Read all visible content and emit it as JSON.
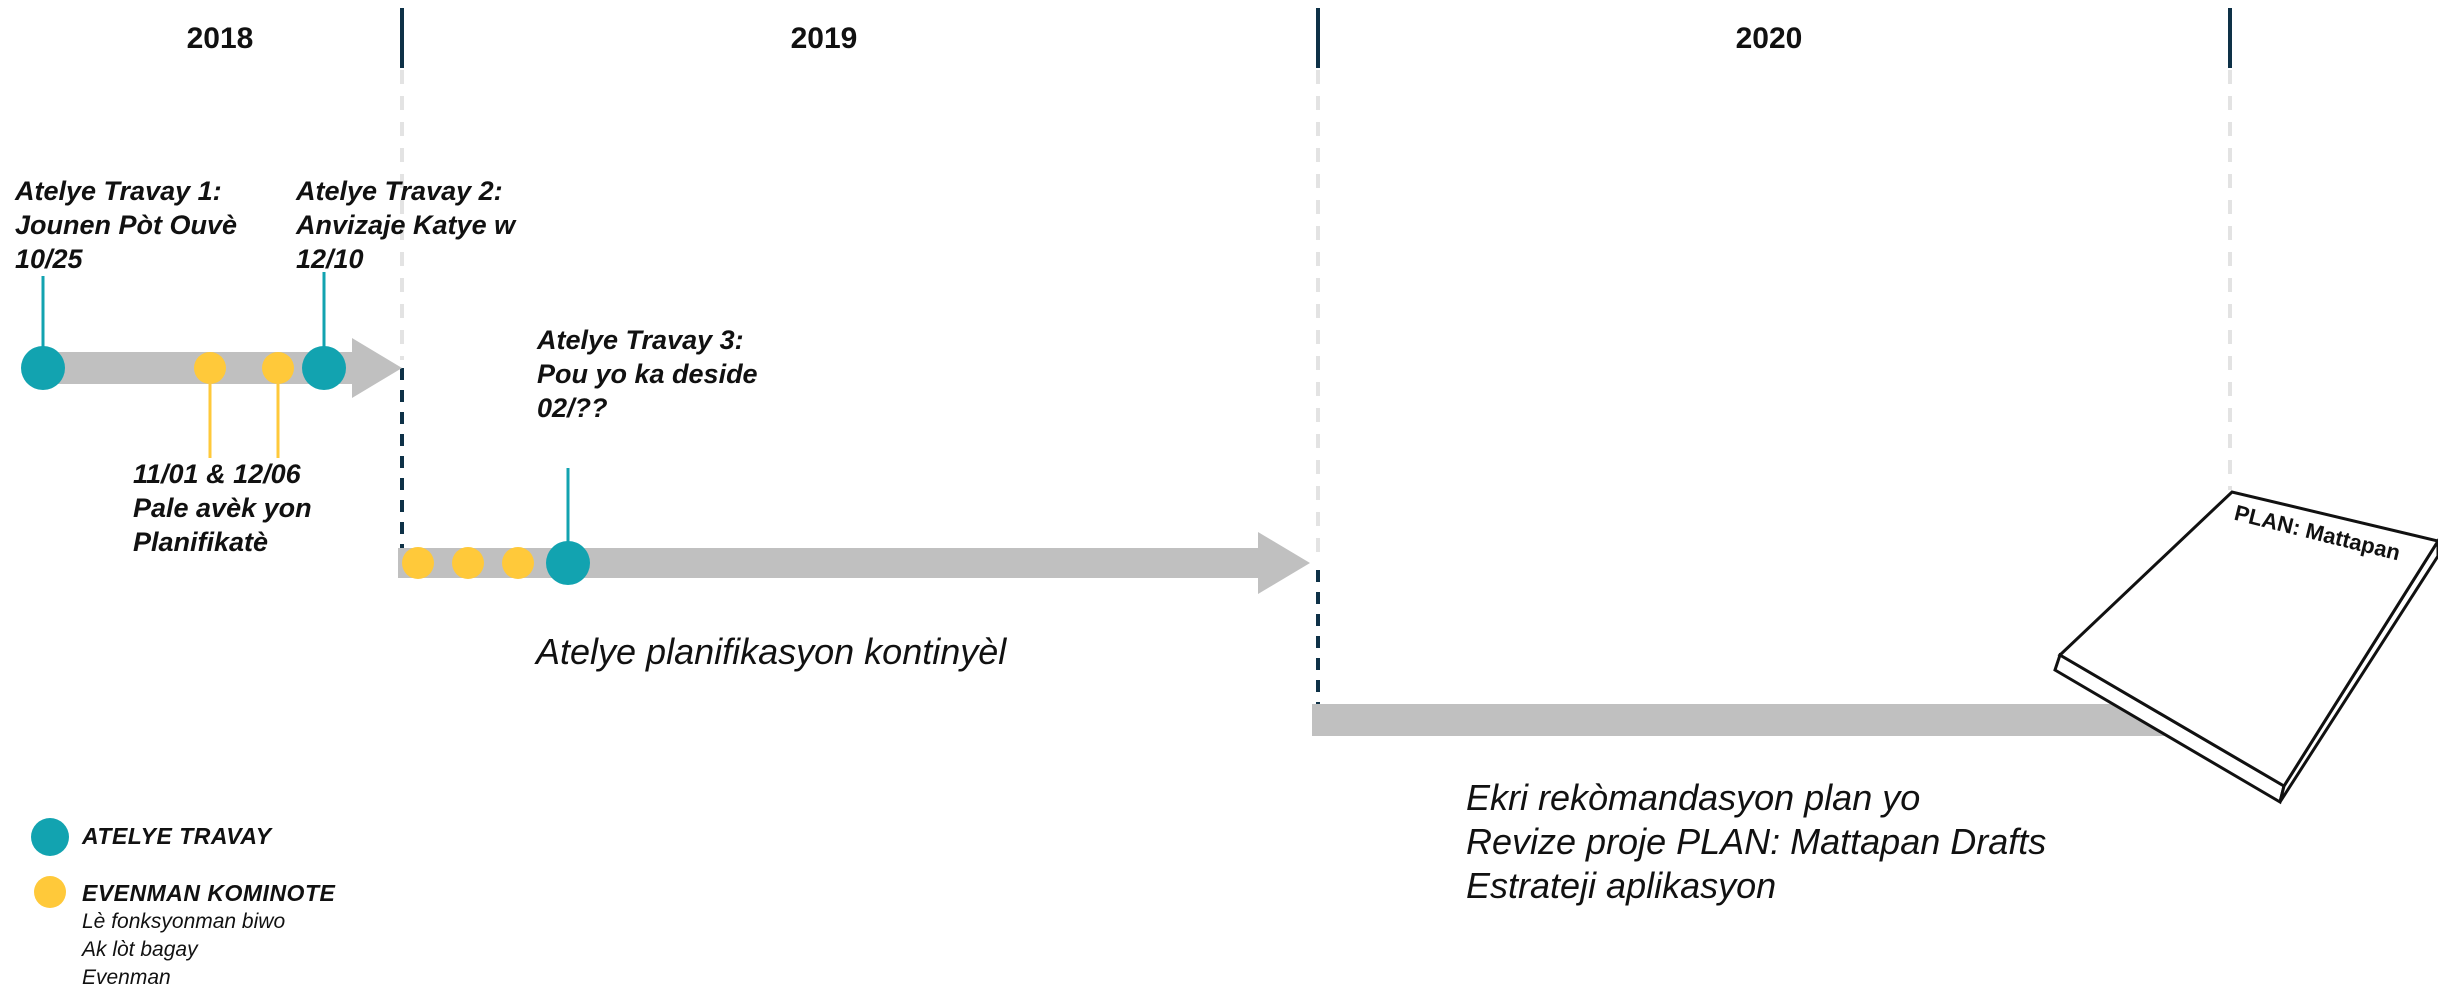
{
  "colors": {
    "teal": "#12a3b0",
    "yellow": "#ffc93a",
    "arrow_gray": "#c0c0c0",
    "divider_navy": "#0e3147",
    "guide_gray": "#e3e3e3"
  },
  "years": [
    "2018",
    "2019",
    "2020"
  ],
  "workshops": [
    {
      "title": "Atelye Travay 1:\nJounen Pòt Ouvè\n10/25"
    },
    {
      "title": "Atelye Travay 2:\nAnvizaje Katye w\n12/10"
    },
    {
      "title": "Atelye Travay 3:\nPou yo ka deside\n02/??"
    }
  ],
  "community_event_note": "11/01 & 12/06\nPale avèk yon\nPlanifikatè",
  "phases": {
    "continuing": "Atelye planifikasyon kontinyèl",
    "writing": "Ekri rekòmandasyon plan yo\nRevize proje PLAN: Mattapan Drafts\nEstrateji aplikasyon"
  },
  "book": {
    "label": "PLAN: Mattapan"
  },
  "legend": {
    "workshop_label": "ATELYE TRAVAY",
    "event_label": "EVENMAN KOMINOTE",
    "event_sub": "Lè fonksyonman biwo\nAk lòt bagay\nEvenman"
  }
}
